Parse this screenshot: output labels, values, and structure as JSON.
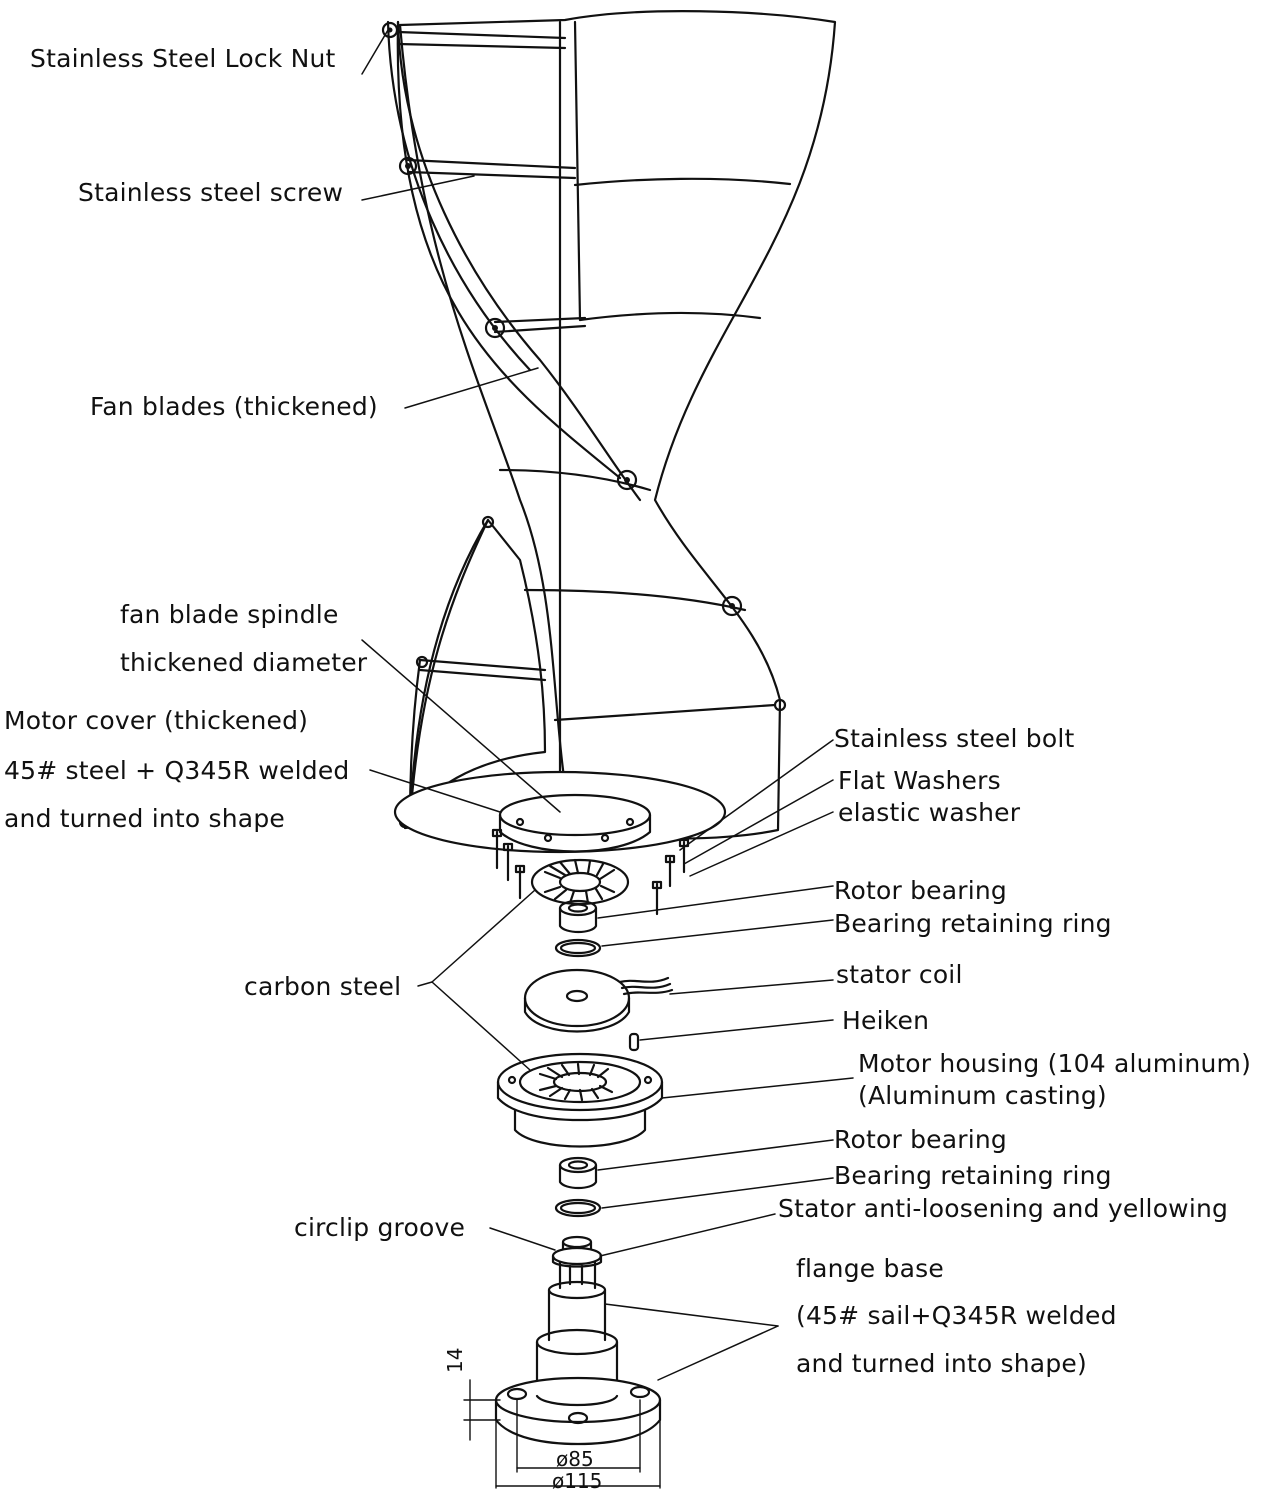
{
  "labels": {
    "lock_nut": "Stainless Steel Lock Nut",
    "screw": "Stainless steel screw",
    "fan_blades": "Fan blades (thickened)",
    "spindle_line1": "fan blade spindle",
    "spindle_line2": "thickened diameter",
    "motor_cover_line1": "Motor cover (thickened)",
    "motor_cover_line2": "45# steel + Q345R welded",
    "motor_cover_line3": "and turned into shape",
    "bolt": "Stainless steel bolt",
    "flat_washers": "Flat Washers",
    "elastic_washer": "elastic washer",
    "rotor_bearing_1": "Rotor bearing",
    "retaining_ring_1": "Bearing retaining ring",
    "carbon_steel": "carbon steel",
    "stator_coil": "stator coil",
    "heiken": "Heiken",
    "housing_line1": "Motor housing (104 aluminum)",
    "housing_line2": "(Aluminum casting)",
    "rotor_bearing_2": "Rotor bearing",
    "retaining_ring_2": "Bearing retaining ring",
    "stator_anti": "Stator anti-loosening and yellowing",
    "circlip": "circlip groove",
    "flange_line1": "flange base",
    "flange_line2": "(45# sail+Q345R welded",
    "flange_line3": "and turned into shape)"
  },
  "dimensions": {
    "height": "14",
    "inner_dia": "ø85",
    "outer_dia": "ø115"
  }
}
